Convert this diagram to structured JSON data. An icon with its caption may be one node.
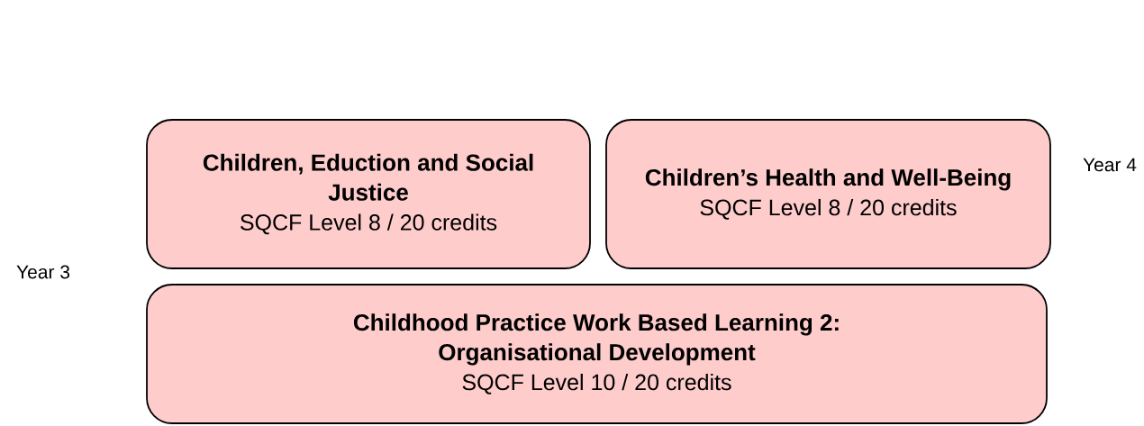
{
  "diagram": {
    "nodes": [
      {
        "text": [
          "Children, Eduction and Social Justice",
          "SQCF Level 8 / 20 credits"
        ]
      },
      {
        "text": [
          "Children’s Health and Well-Being",
          "SQCF Level 8 / 20 credits"
        ]
      },
      {
        "text": [
          "Childhood Practice Work Based Learning 2: Organisational Development",
          "SQCF Level 10 / 20 credits"
        ]
      }
    ],
    "labels": [
      "Year 4",
      "Year 3"
    ]
  }
}
